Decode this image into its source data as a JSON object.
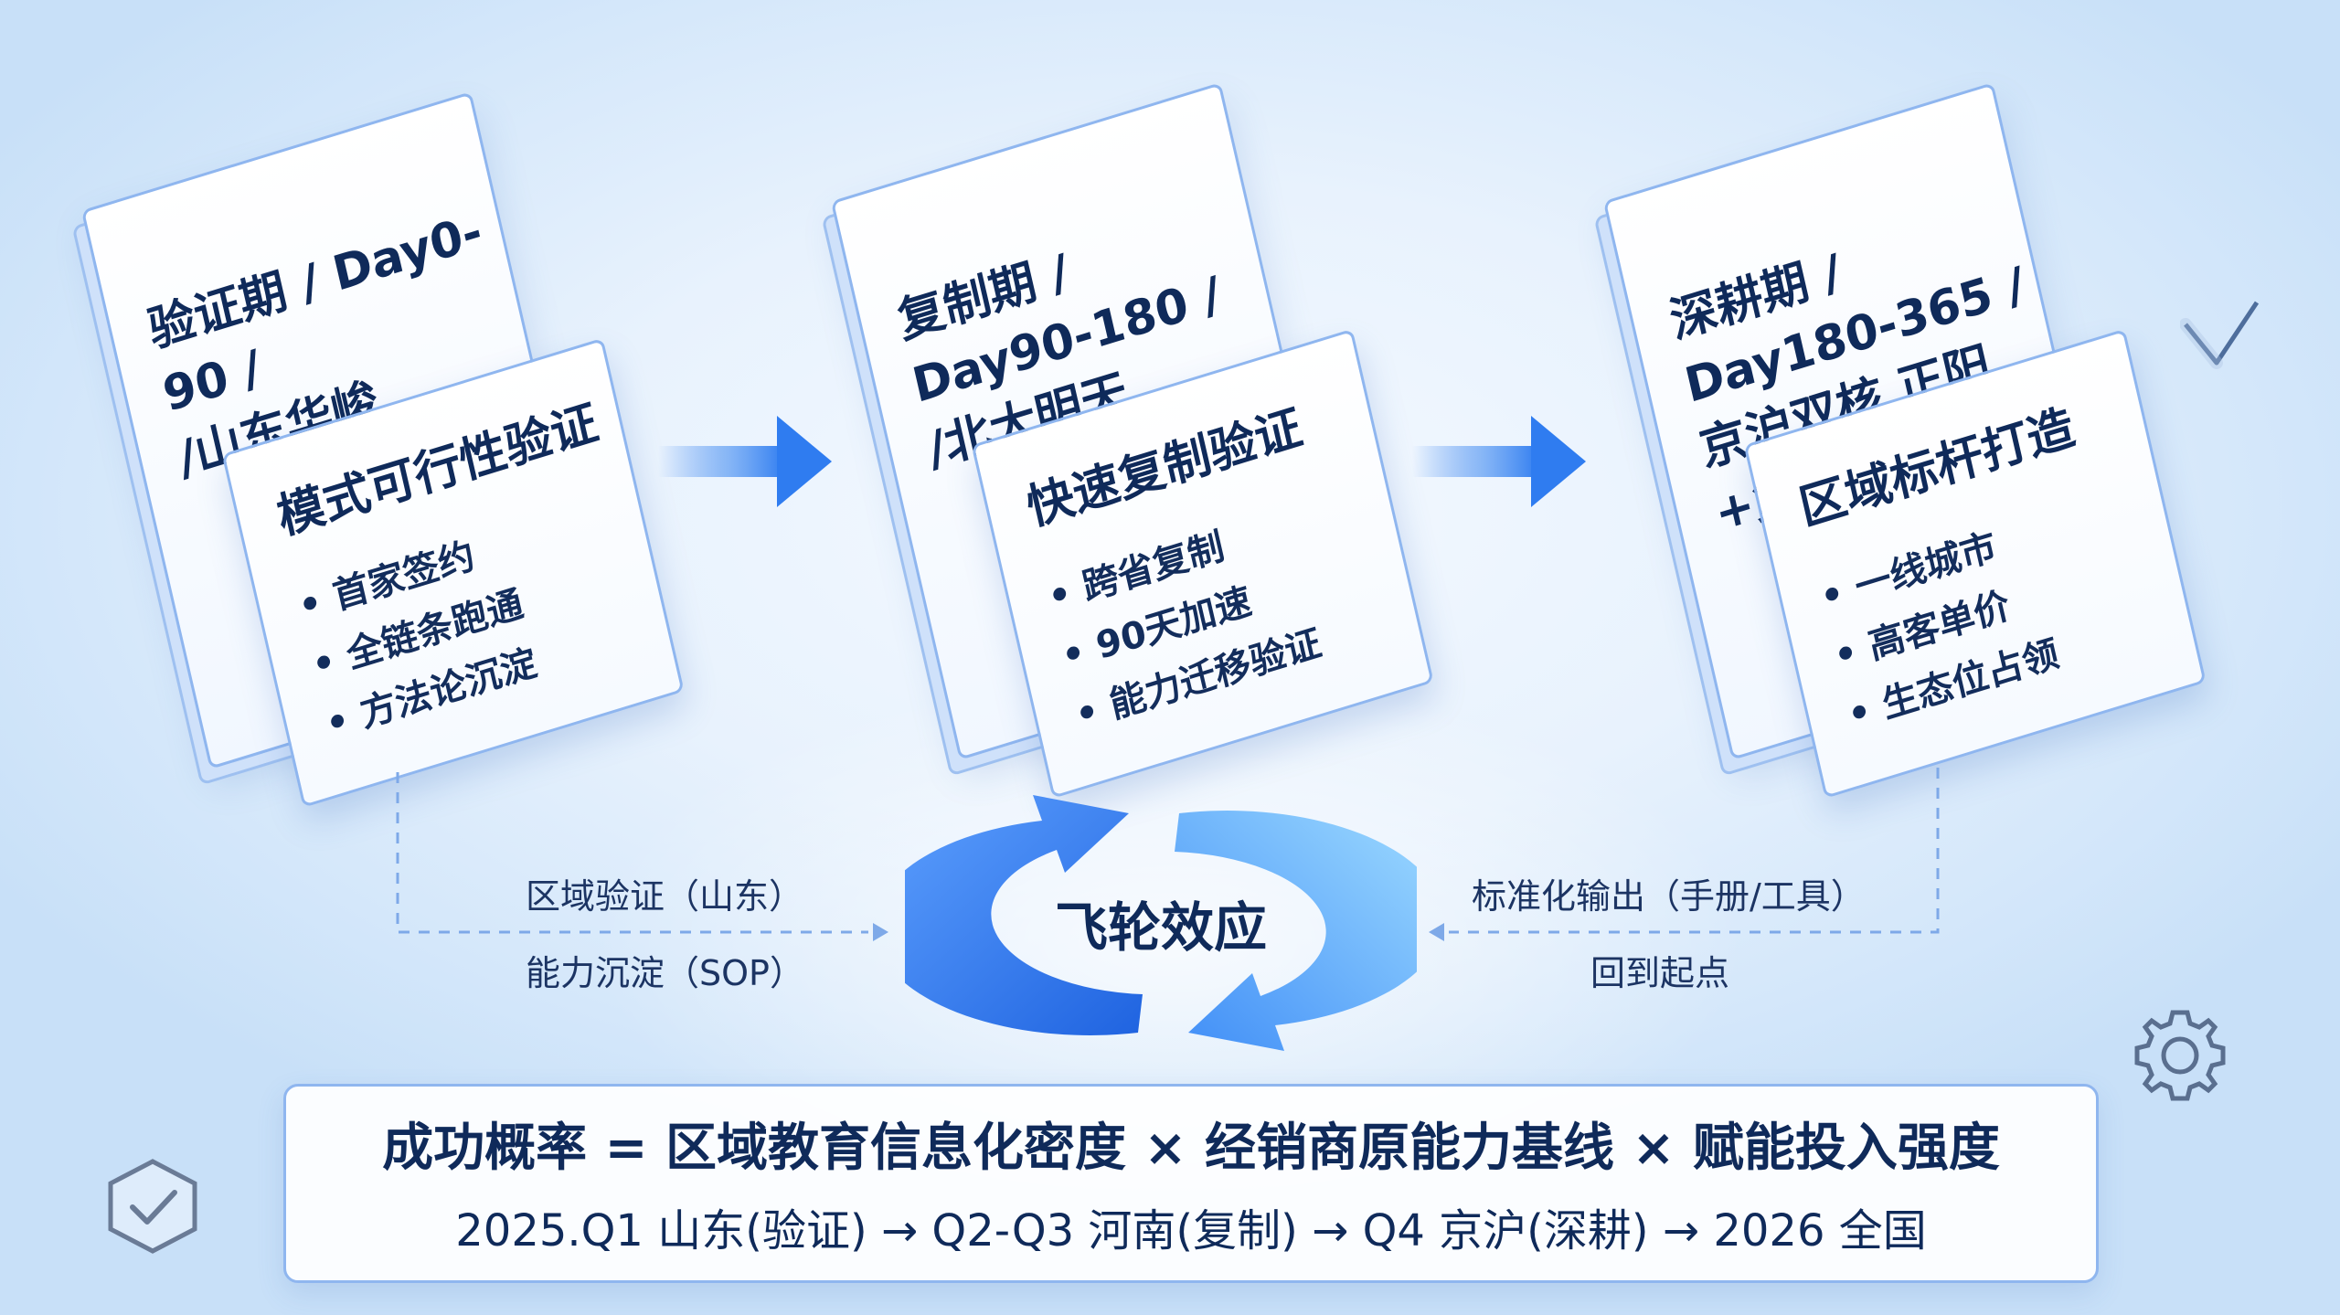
{
  "stages": [
    {
      "back_title": "验证期 / Day0-90 /\n/山东华峻",
      "front_title": "模式可行性验证",
      "bullets": [
        "首家签约",
        "全链条跑通",
        "方法论沉淀"
      ]
    },
    {
      "back_title": "复制期 / Day90-180 /\n/北大明天",
      "front_title": "快速复制验证",
      "bullets": [
        "跨省复制",
        "90天加速",
        "能力迁移验证"
      ]
    },
    {
      "back_title": "深耕期 / Day180-365 /\n京沪双核  正阳+复聚",
      "front_title": "区域标杆打造",
      "bullets": [
        "一线城市",
        "高客单价",
        "生态位占领"
      ]
    }
  ],
  "flywheel": {
    "label": "飞轮效应",
    "left_top": "区域验证（山东）",
    "left_bottom": "能力沉淀（SOP）",
    "right_top": "标准化输出（手册/工具）",
    "right_bottom": "回到起点"
  },
  "formula": {
    "main": "成功概率 = 区域教育信息化密度 × 经销商原能力基线 × 赋能投入强度",
    "timeline": "2025.Q1  山东(验证)  →  Q2-Q3  河南(复制)  →  Q4  京沪(深耕)  →  2026  全国"
  },
  "icons": {
    "top_right": "checkmark-icon",
    "mid_right": "gear-icon",
    "bottom_left": "shield-check-icon"
  },
  "colors": {
    "accent": "#2f7cf0",
    "accent_light": "#8fd3ff",
    "text": "#0f2a5a"
  }
}
